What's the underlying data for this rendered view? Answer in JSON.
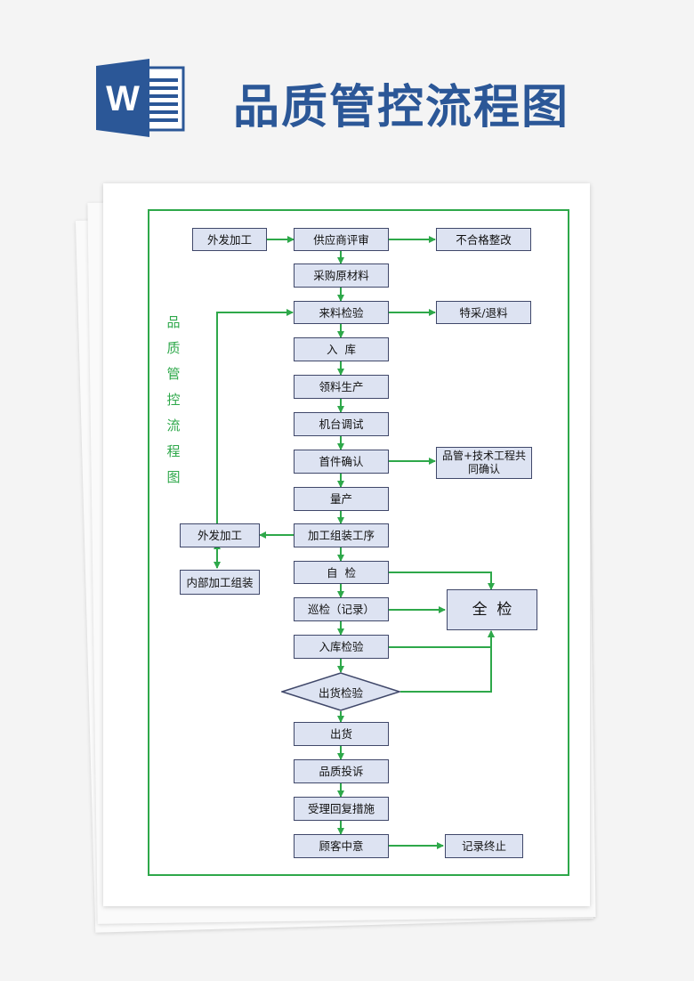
{
  "header": {
    "title": "品质管控流程图",
    "logo_letter": "W"
  },
  "diagram": {
    "side_title": [
      "品",
      "质",
      "管",
      "控",
      "流",
      "程",
      "图"
    ],
    "nodes": {
      "outsource_top": "外发加工",
      "supplier_review": "供应商评审",
      "nonconform": "不合格整改",
      "purchase_material": "采购原材料",
      "incoming_inspection": "来料检验",
      "special_return": "特采/退料",
      "warehousing": "入  库",
      "material_production": "领料生产",
      "machine_debug": "机台调试",
      "first_article": "首件确认",
      "joint_confirm": "品管+技术工程共同确认",
      "mass_production": "量产",
      "outsource_mid": "外发加工",
      "processing_assembly": "加工组装工序",
      "internal_assembly": "内部加工组装",
      "self_check": "自  检",
      "patrol_check": "巡检（记录）",
      "full_check": "全  检",
      "warehouse_inspection": "入库检验",
      "shipment_inspection": "出货检验",
      "shipment": "出货",
      "complaint": "品质投诉",
      "reply_measures": "受理回复措施",
      "customer_satisfied": "顾客中意",
      "record_end": "记录终止"
    }
  },
  "colors": {
    "title": "#2b5797",
    "logo": "#2b5797",
    "arrow": "#2ea84a",
    "box_fill": "#dde3f2",
    "box_border": "#40486a"
  }
}
